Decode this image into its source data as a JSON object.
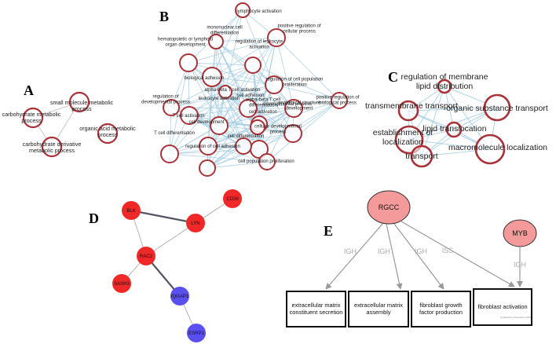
{
  "panels": {
    "A": {
      "letter": "A",
      "nodes": [
        {
          "id": "a1",
          "label": "small molecule metabolic\nprocess"
        },
        {
          "id": "a2",
          "label": "carbohydrate metabolic\nprocess"
        },
        {
          "id": "a3",
          "label": "organic acid metabolic\nprocess"
        },
        {
          "id": "a4",
          "label": "carbohydrate derivative\nmetabolic process"
        }
      ]
    },
    "B": {
      "letter": "B",
      "nodes": [
        {
          "id": "b1",
          "label": "lymphocyte activation"
        },
        {
          "id": "b2",
          "label": "mononuclear cell\ndifferentiation"
        },
        {
          "id": "b3",
          "label": "positive regulation of\ncellular process"
        },
        {
          "id": "b4",
          "label": "hematopoietic or lymphoid\norgan development"
        },
        {
          "id": "b5",
          "label": "regulation of leukocyte\nactivation"
        },
        {
          "id": "b6",
          "label": "biological adhesion"
        },
        {
          "id": "b7",
          "label": "regulation of cell population\nproliferation"
        },
        {
          "id": "b8",
          "label": "T cell activation"
        },
        {
          "id": "b9",
          "label": "cell adhesion"
        },
        {
          "id": "b10",
          "label": "anatomical structure\ndevelopment"
        },
        {
          "id": "b11",
          "label": "alpha-beta T cell activation"
        },
        {
          "id": "b12",
          "label": "regulation of\ndevelopmental process"
        },
        {
          "id": "b13",
          "label": "leukocyte activation"
        },
        {
          "id": "b14",
          "label": "alpha-beta T cell\ndifferentiation"
        },
        {
          "id": "b15",
          "label": "developmental process"
        },
        {
          "id": "b16",
          "label": "positive regulation of\nbiological process"
        },
        {
          "id": "b17",
          "label": "cell activation"
        },
        {
          "id": "b18",
          "label": "cell development"
        },
        {
          "id": "b19",
          "label": "cellular developmental\nprocess"
        },
        {
          "id": "b20",
          "label": "T cell differentiation"
        },
        {
          "id": "b21",
          "label": "cell differentiation"
        },
        {
          "id": "b22",
          "label": "regulation of cell adhesion"
        },
        {
          "id": "b23",
          "label": "cell population proliferation"
        }
      ]
    },
    "C": {
      "letter": "C",
      "nodes": [
        {
          "id": "c1",
          "label": "regulation of membrane\nlipid distribution"
        },
        {
          "id": "c2",
          "label": "transmembrane transport"
        },
        {
          "id": "c3",
          "label": "organic substance transport"
        },
        {
          "id": "c4",
          "label": "lipid translocation"
        },
        {
          "id": "c5",
          "label": "establishment of\nlocalization"
        },
        {
          "id": "c6",
          "label": "macromolecule localization"
        },
        {
          "id": "c7",
          "label": "transport"
        }
      ]
    },
    "D": {
      "letter": "D",
      "nodes": [
        {
          "id": "d1",
          "label": "BLK",
          "color": "#f02828"
        },
        {
          "id": "d2",
          "label": "CD36",
          "color": "#f02828"
        },
        {
          "id": "d3",
          "label": "LYN",
          "color": "#f02828"
        },
        {
          "id": "d4",
          "label": "RAC2",
          "color": "#f02828"
        },
        {
          "id": "d5",
          "label": "SASH3",
          "color": "#f02828"
        },
        {
          "id": "d6",
          "label": "IQGAP1",
          "color": "#5a50f0"
        },
        {
          "id": "d7",
          "label": "ESRP1",
          "color": "#5a50f0"
        }
      ]
    },
    "E": {
      "letter": "E",
      "regulators": [
        {
          "id": "e1",
          "label": "RGCC",
          "color": "#f59a9a"
        },
        {
          "id": "e2",
          "label": "MYB",
          "color": "#f59a9a"
        }
      ],
      "targets": [
        {
          "id": "t1",
          "label": "extracellular matrix\nconstituent secretion"
        },
        {
          "id": "t2",
          "label": "extracellular matrix\nassembly"
        },
        {
          "id": "t3",
          "label": "fibroblast growth\nfactor production"
        },
        {
          "id": "t4",
          "label": "fibroblast activation"
        }
      ],
      "edge_labels": [
        "IGH",
        "IGH",
        "IGH",
        "ISS",
        "IGH"
      ],
      "copyright": "(c) Elsevier Corporation 2023"
    }
  },
  "colors": {
    "go_node_stroke": "#a83238",
    "go_edge": "#9ec9e2",
    "arrow": "#9a9a9a"
  }
}
